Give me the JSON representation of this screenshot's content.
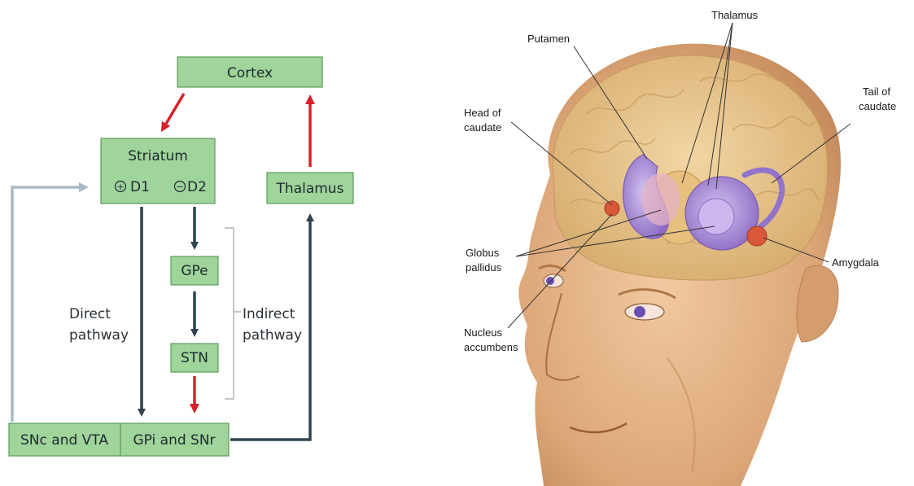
{
  "pathway": {
    "cortex": "Cortex",
    "striatum": "Striatum",
    "d1": "D1",
    "d2": "D2",
    "thalamus": "Thalamus",
    "gpe": "GPe",
    "stn": "STN",
    "snc_vta": "SNc and VTA",
    "gpi_snr": "GPi and SNr",
    "direct_line1": "Direct",
    "direct_line2": "pathway",
    "indirect_line1": "Indirect",
    "indirect_line2": "pathway",
    "plus_symbol": "+",
    "minus_symbol": "−"
  },
  "anatomy": {
    "thalamus": "Thalamus",
    "putamen": "Putamen",
    "head_caudate_line1": "Head of",
    "head_caudate_line2": "caudate",
    "tail_caudate_line1": "Tail of",
    "tail_caudate_line2": "caudate",
    "globus_line1": "Globus",
    "globus_line2": "pallidus",
    "amygdala": "Amygdala",
    "nucleus_line1": "Nucleus",
    "nucleus_line2": "accumbens"
  },
  "colors": {
    "box_fill": "#9fd49a",
    "box_stroke": "#5c9c58",
    "arrow_dark": "#2f4450",
    "arrow_red": "#d8202a",
    "arrow_gray": "#a9b9c3",
    "skin": "#e8b98c",
    "brain": "#e7c48a",
    "basal_purple": "#a98ad6",
    "amygdala": "#d9583a"
  }
}
